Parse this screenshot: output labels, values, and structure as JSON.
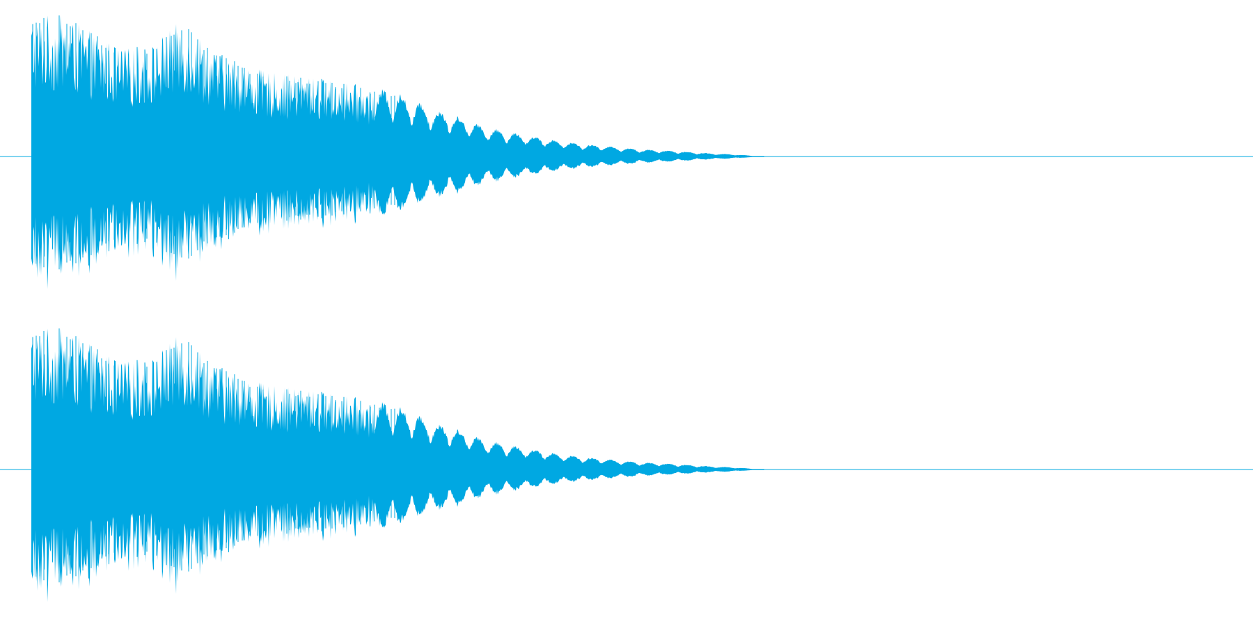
{
  "chart_data": {
    "type": "area",
    "title": "",
    "xlabel": "",
    "ylabel": "",
    "color": "#00a8e2",
    "grid": false,
    "legend": "none",
    "ylim": [
      -1,
      1
    ],
    "xlim": [
      0,
      1
    ],
    "x": [
      0.0,
      0.025,
      0.05,
      0.075,
      0.1,
      0.125,
      0.15,
      0.175,
      0.2,
      0.225,
      0.25,
      0.275,
      0.3,
      0.325,
      0.35,
      0.375,
      0.4,
      0.425,
      0.45,
      0.475,
      0.5,
      0.525,
      0.55,
      0.575,
      0.6
    ],
    "series": [
      {
        "channel": 1,
        "envelope": [
          0.98,
          0.97,
          0.85,
          0.74,
          0.78,
          0.95,
          0.72,
          0.62,
          0.57,
          0.55,
          0.52,
          0.48,
          0.45,
          0.35,
          0.28,
          0.2,
          0.16,
          0.12,
          0.09,
          0.07,
          0.05,
          0.04,
          0.025,
          0.015,
          0.0
        ]
      },
      {
        "channel": 2,
        "envelope": [
          0.98,
          0.97,
          0.85,
          0.74,
          0.78,
          0.95,
          0.72,
          0.62,
          0.57,
          0.55,
          0.52,
          0.48,
          0.45,
          0.35,
          0.28,
          0.2,
          0.16,
          0.12,
          0.09,
          0.07,
          0.05,
          0.04,
          0.025,
          0.015,
          0.0
        ]
      }
    ]
  }
}
